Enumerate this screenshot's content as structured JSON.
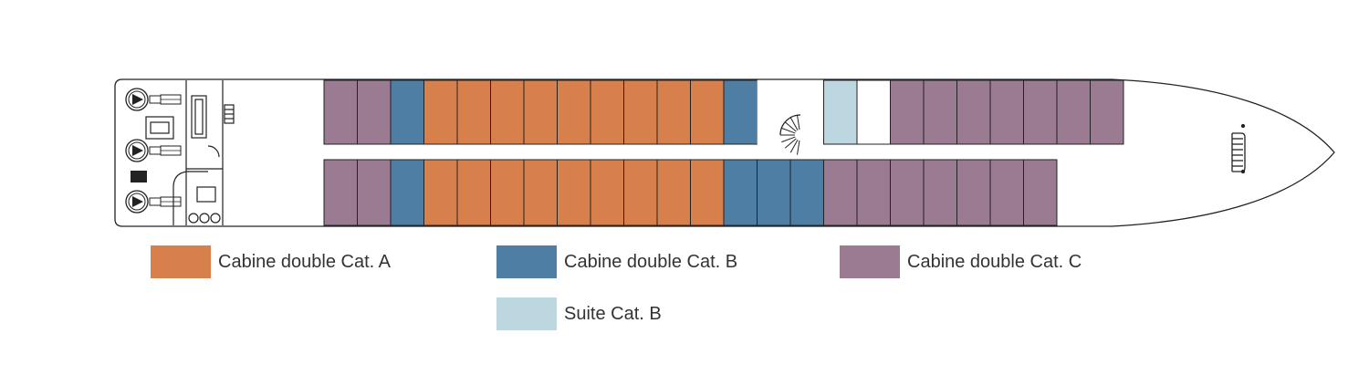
{
  "colors": {
    "cat_a": "#d8804b",
    "cat_b": "#4f7ea4",
    "cat_c": "#9b7b92",
    "suite_b": "#bdd7e0",
    "outline": "#222222",
    "background": "#ffffff"
  },
  "deck": {
    "upper_row": [
      "C",
      "C",
      "B",
      "A",
      "A",
      "A",
      "A",
      "A",
      "A",
      "A",
      "A",
      "A",
      "B",
      "stair",
      "suite",
      "blank",
      "C",
      "C",
      "C",
      "C",
      "C",
      "C",
      "C"
    ],
    "lower_row": [
      "C",
      "C",
      "B",
      "A",
      "A",
      "A",
      "A",
      "A",
      "A",
      "A",
      "A",
      "A",
      "B",
      "B",
      "B",
      "C",
      "C",
      "C",
      "C",
      "C",
      "C",
      "C"
    ]
  },
  "icons": {
    "engine": "engine-icon",
    "staircase": "spiral-staircase-icon",
    "wheelhouse": "wheelhouse-icon"
  },
  "legend": [
    {
      "id": "cat_a",
      "label": "Cabine double Cat. A"
    },
    {
      "id": "cat_b",
      "label": "Cabine double Cat. B"
    },
    {
      "id": "cat_c",
      "label": "Cabine double Cat. C"
    },
    {
      "id": "suite_b",
      "label": "Suite Cat. B"
    }
  ]
}
